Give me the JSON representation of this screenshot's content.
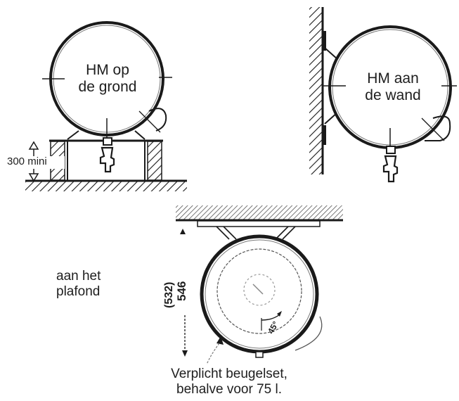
{
  "diagram": {
    "views": [
      {
        "id": "floor",
        "label_line1": "HM op",
        "label_line2": "de grond",
        "dimension": "300 mini"
      },
      {
        "id": "wall",
        "label_line1": "HM aan",
        "label_line2": "de wand"
      },
      {
        "id": "ceiling",
        "label_line1": "aan het",
        "label_line2": "plafond",
        "dimension_alt": "(532)",
        "dimension_main": "546",
        "angle": "45°",
        "note_line1": "Verplicht beugelset,",
        "note_line2": "behalve voor 75 l."
      }
    ],
    "colors": {
      "ink": "#1a1a1a",
      "background": "#ffffff",
      "hatch": "#555555"
    }
  }
}
